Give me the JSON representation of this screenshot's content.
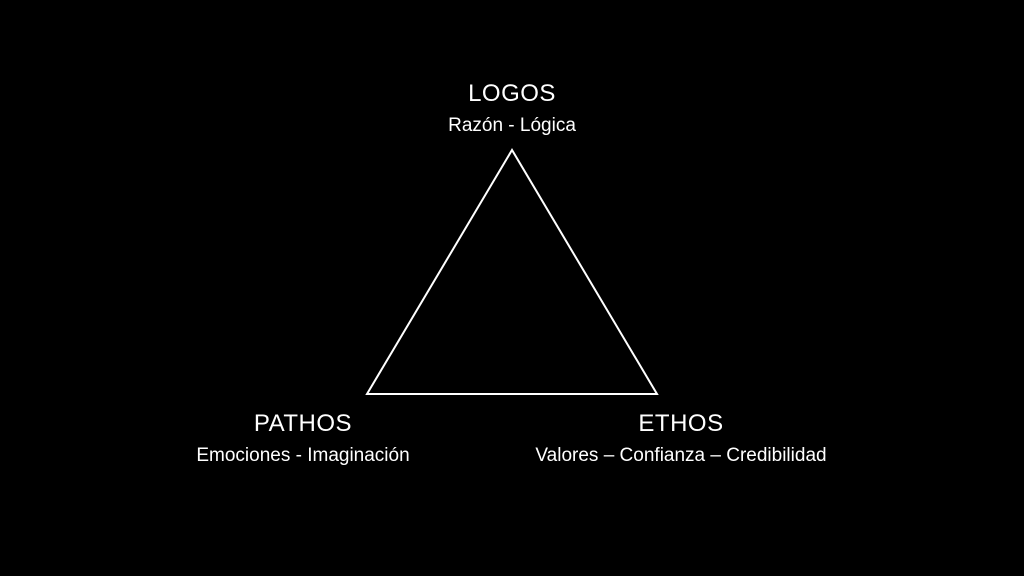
{
  "logos": {
    "title": "LOGOS",
    "subtitle": "Razón - Lógica"
  },
  "pathos": {
    "title": "PATHOS",
    "subtitle": "Emociones - Imaginación"
  },
  "ethos": {
    "title": "ETHOS",
    "subtitle": "Valores – Confianza – Credibilidad"
  },
  "colors": {
    "background": "#000000",
    "text": "#ffffff",
    "stroke": "#ffffff"
  }
}
